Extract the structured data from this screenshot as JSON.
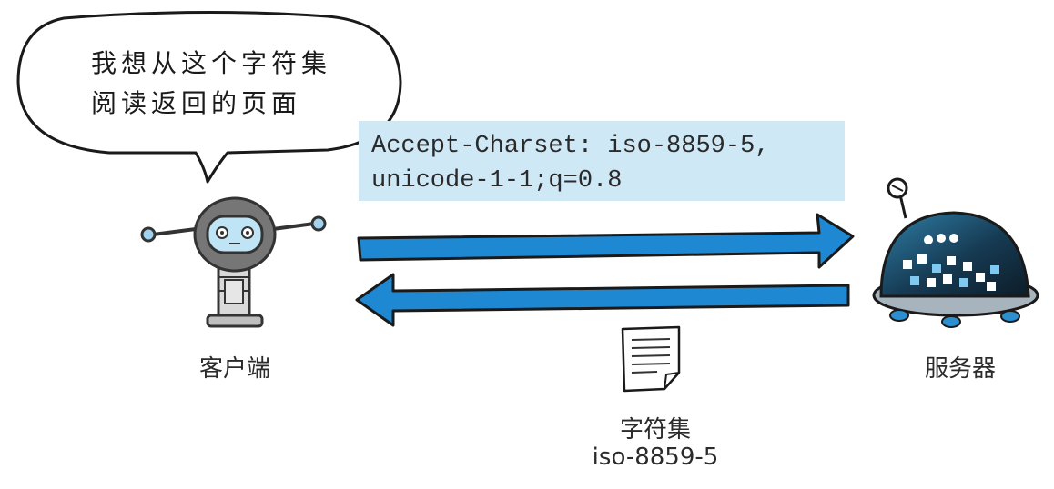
{
  "speech_bubble": {
    "line1": "我想从这个字符集",
    "line2": "阅读返回的页面"
  },
  "request_header": {
    "line1": "Accept-Charset: iso-8859-5,",
    "line2": "unicode-1-1;q=0.8"
  },
  "client": {
    "label": "客户端",
    "icon": "robot-client-icon"
  },
  "server": {
    "label": "服务器",
    "icon": "robot-server-icon"
  },
  "response": {
    "label": "字符集",
    "charset": "iso-8859-5",
    "icon": "document-icon"
  },
  "colors": {
    "arrow_blue": "#1e88d2",
    "header_box": "#cfe8f6",
    "server_dark": "#1b2733",
    "client_gray": "#6f6f6f"
  }
}
